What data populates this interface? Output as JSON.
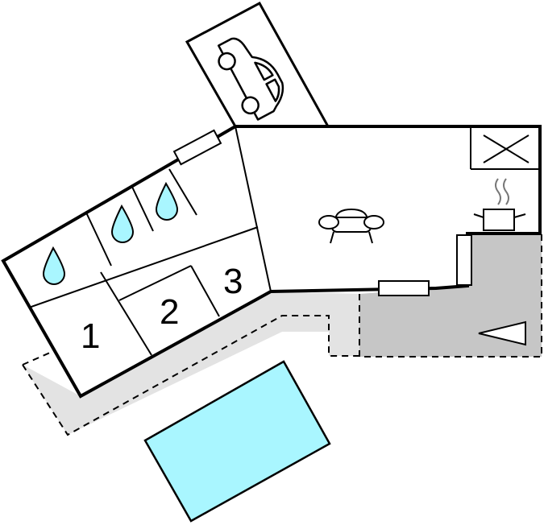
{
  "rooms": [
    {
      "label": "1"
    },
    {
      "label": "2"
    },
    {
      "label": "3"
    }
  ],
  "icons": {
    "car": "car-icon",
    "shower": "water-drop-icon",
    "sofa": "sofa-icon",
    "stove": "cooking-pot-icon",
    "cabinet": "cabinet-cross-icon",
    "entrance": "entrance-arrow-icon"
  },
  "colors": {
    "pool": "#a9f6ff",
    "terrace": "#c6c6c6",
    "path": "#e3e3e3",
    "wall": "#000000",
    "drop": "#a9f6ff"
  }
}
